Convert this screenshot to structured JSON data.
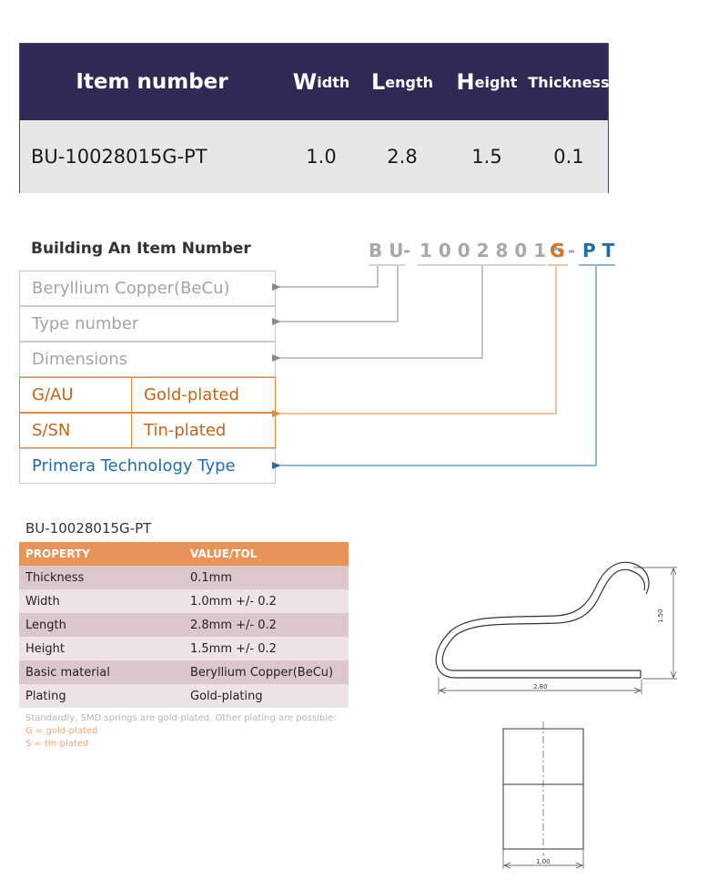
{
  "spec_table": {
    "headers": {
      "item": "Item number",
      "width_initial": "W",
      "width_rest": "idth",
      "length_initial": "L",
      "length_rest": "ength",
      "height_initial": "H",
      "height_rest": "eight",
      "thickness": "Thickness"
    },
    "row": {
      "item": "BU-10028015G-PT",
      "width": "1.0",
      "length": "2.8",
      "height": "1.5",
      "thickness": "0.1"
    }
  },
  "building": {
    "title": "Building An Item Number",
    "code_parts": {
      "bu": "B U",
      "dash1": "-",
      "digits": "1 0 0 2 8 0 1 5",
      "g": "G",
      "dash2": "-",
      "pt": "P T"
    },
    "rows": [
      {
        "label": "Beryllium Copper(BeCu)"
      },
      {
        "label": "Type number"
      },
      {
        "label": "Dimensions"
      },
      {
        "code": "G/AU",
        "label": "Gold-plated"
      },
      {
        "code": "S/SN",
        "label": "Tin-plated"
      },
      {
        "label": "Primera Technology Type"
      }
    ],
    "colors": {
      "grey": "#a4a4a4",
      "orange": "#e08a3c",
      "blue": "#1f6eaa"
    }
  },
  "properties": {
    "title": "BU-10028015G-PT",
    "header": {
      "property": "PROPERTY",
      "value": "VALUE/TOL"
    },
    "rows": [
      {
        "property": "Thickness",
        "value": "0.1mm"
      },
      {
        "property": "Width",
        "value": "1.0mm +/- 0.2"
      },
      {
        "property": "Length",
        "value": "2.8mm +/- 0.2"
      },
      {
        "property": "Height",
        "value": "1.5mm +/- 0.2"
      },
      {
        "property": "Basic material",
        "value": "Beryllium Copper(BeCu)"
      },
      {
        "property": "Plating",
        "value": "Gold-plating"
      }
    ],
    "notes": {
      "standard": "Standardly,  SMD springs are gold-plated. Other plating are possible:",
      "gold": "G = gold-plated",
      "tin": "S = tin-plated"
    }
  },
  "drawing": {
    "dim_height": "1.50",
    "dim_length": "2.80",
    "dim_width": "1.00"
  }
}
